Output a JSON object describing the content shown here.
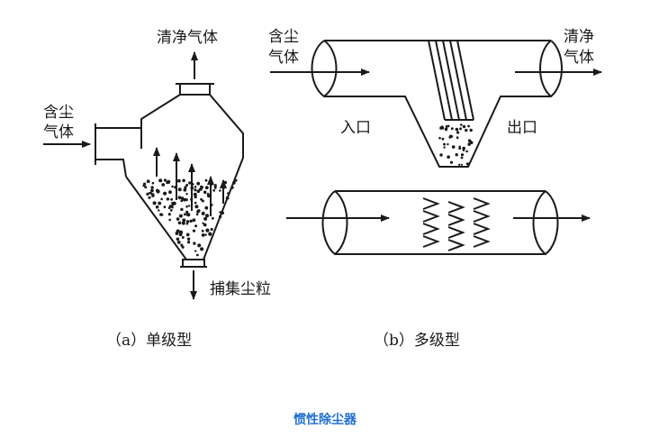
{
  "single_stage": {
    "clean_gas_label": "清净气体",
    "dusty_gas_label_line1": "含尘",
    "dusty_gas_label_line2": "气体",
    "collected_dust_label": "捕集尘粒",
    "subcaption": "（a）单级型"
  },
  "multi_stage": {
    "dusty_gas_label_line1": "含尘",
    "dusty_gas_label_line2": "气体",
    "clean_gas_label_line1": "清净",
    "clean_gas_label_line2": "气体",
    "inlet_label": "入口",
    "outlet_label": "出口",
    "subcaption": "（b）多级型"
  },
  "figure_caption": "惯性除尘器",
  "colors": {
    "line": "#1a1a1a",
    "caption": "#1f6fd1"
  }
}
